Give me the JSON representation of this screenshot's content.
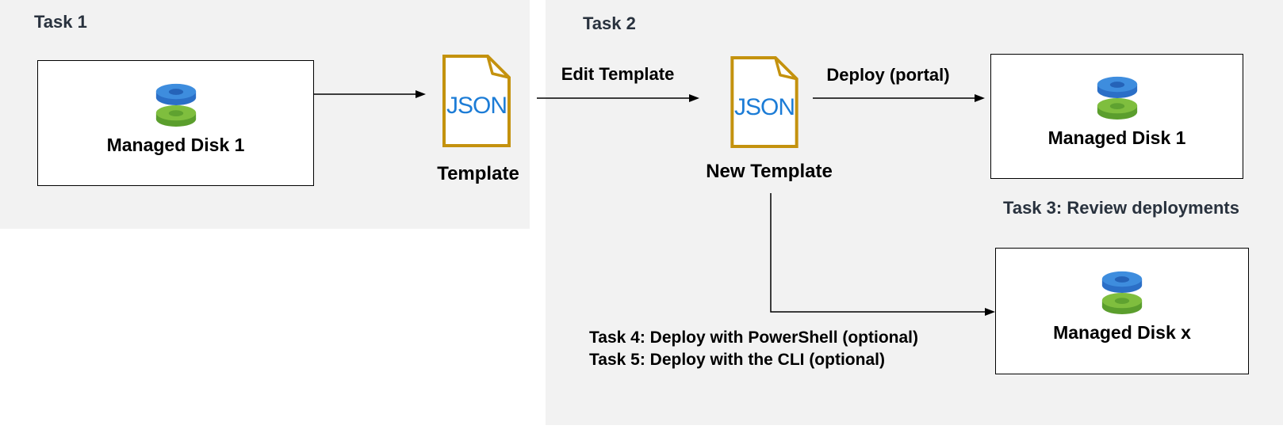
{
  "colors": {
    "panel-bg": "#f2f2f2",
    "canvas-bg": "#ffffff",
    "title-color": "#29323e",
    "label-color": "#000000",
    "gold": "#c4920e",
    "json-blue": "#1c7cd6",
    "line-color": "#000000",
    "disk-blue-face": "#3e8dde",
    "disk-blue-rim": "#2b6fc7",
    "disk-blue-hole": "#2563b8",
    "disk-green-face": "#7fbe3e",
    "disk-green-rim": "#5b9e2d",
    "disk-green-hole": "#5fa230"
  },
  "task1": {
    "title": "Task 1",
    "disk_box_label": "Managed Disk 1",
    "file_label": "JSON",
    "file_caption": "Template"
  },
  "task2": {
    "title": "Task 2",
    "edit_arrow_label": "Edit Template",
    "file_label": "JSON",
    "file_caption": "New Template",
    "deploy_arrow_label": "Deploy (portal)",
    "deployed_box_label": "Managed Disk 1"
  },
  "task3": {
    "caption": "Task 3: Review deployments",
    "disk_box_label": "Managed Disk x"
  },
  "tasks45": {
    "line1": "Task 4: Deploy with PowerShell (optional)",
    "line2": "Task 5: Deploy with the CLI (optional)"
  }
}
